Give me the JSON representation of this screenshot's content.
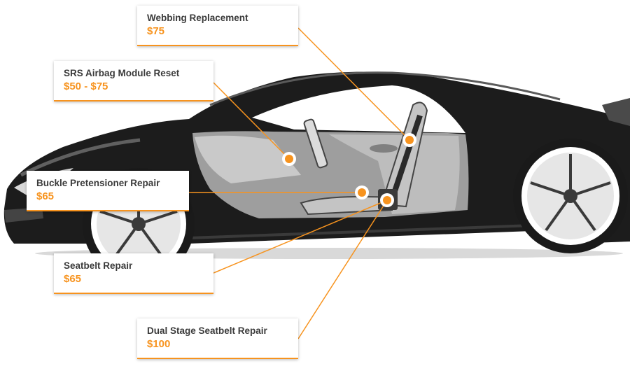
{
  "services": [
    {
      "id": "webbing",
      "name": "Webbing Replacement",
      "price": "$75"
    },
    {
      "id": "srs",
      "name": "SRS Airbag Module Reset",
      "price": "$50 - $75"
    },
    {
      "id": "buckle",
      "name": "Buckle Pretensioner Repair",
      "price": "$65"
    },
    {
      "id": "seatbelt",
      "name": "Seatbelt Repair",
      "price": "$65"
    },
    {
      "id": "dual",
      "name": "Dual Stage Seatbelt Repair",
      "price": "$100"
    }
  ],
  "colors": {
    "accent": "#f7931e",
    "car_body": "#1c1c1c",
    "interior": "#a8a8a8",
    "label_text": "#3a3a3a"
  }
}
